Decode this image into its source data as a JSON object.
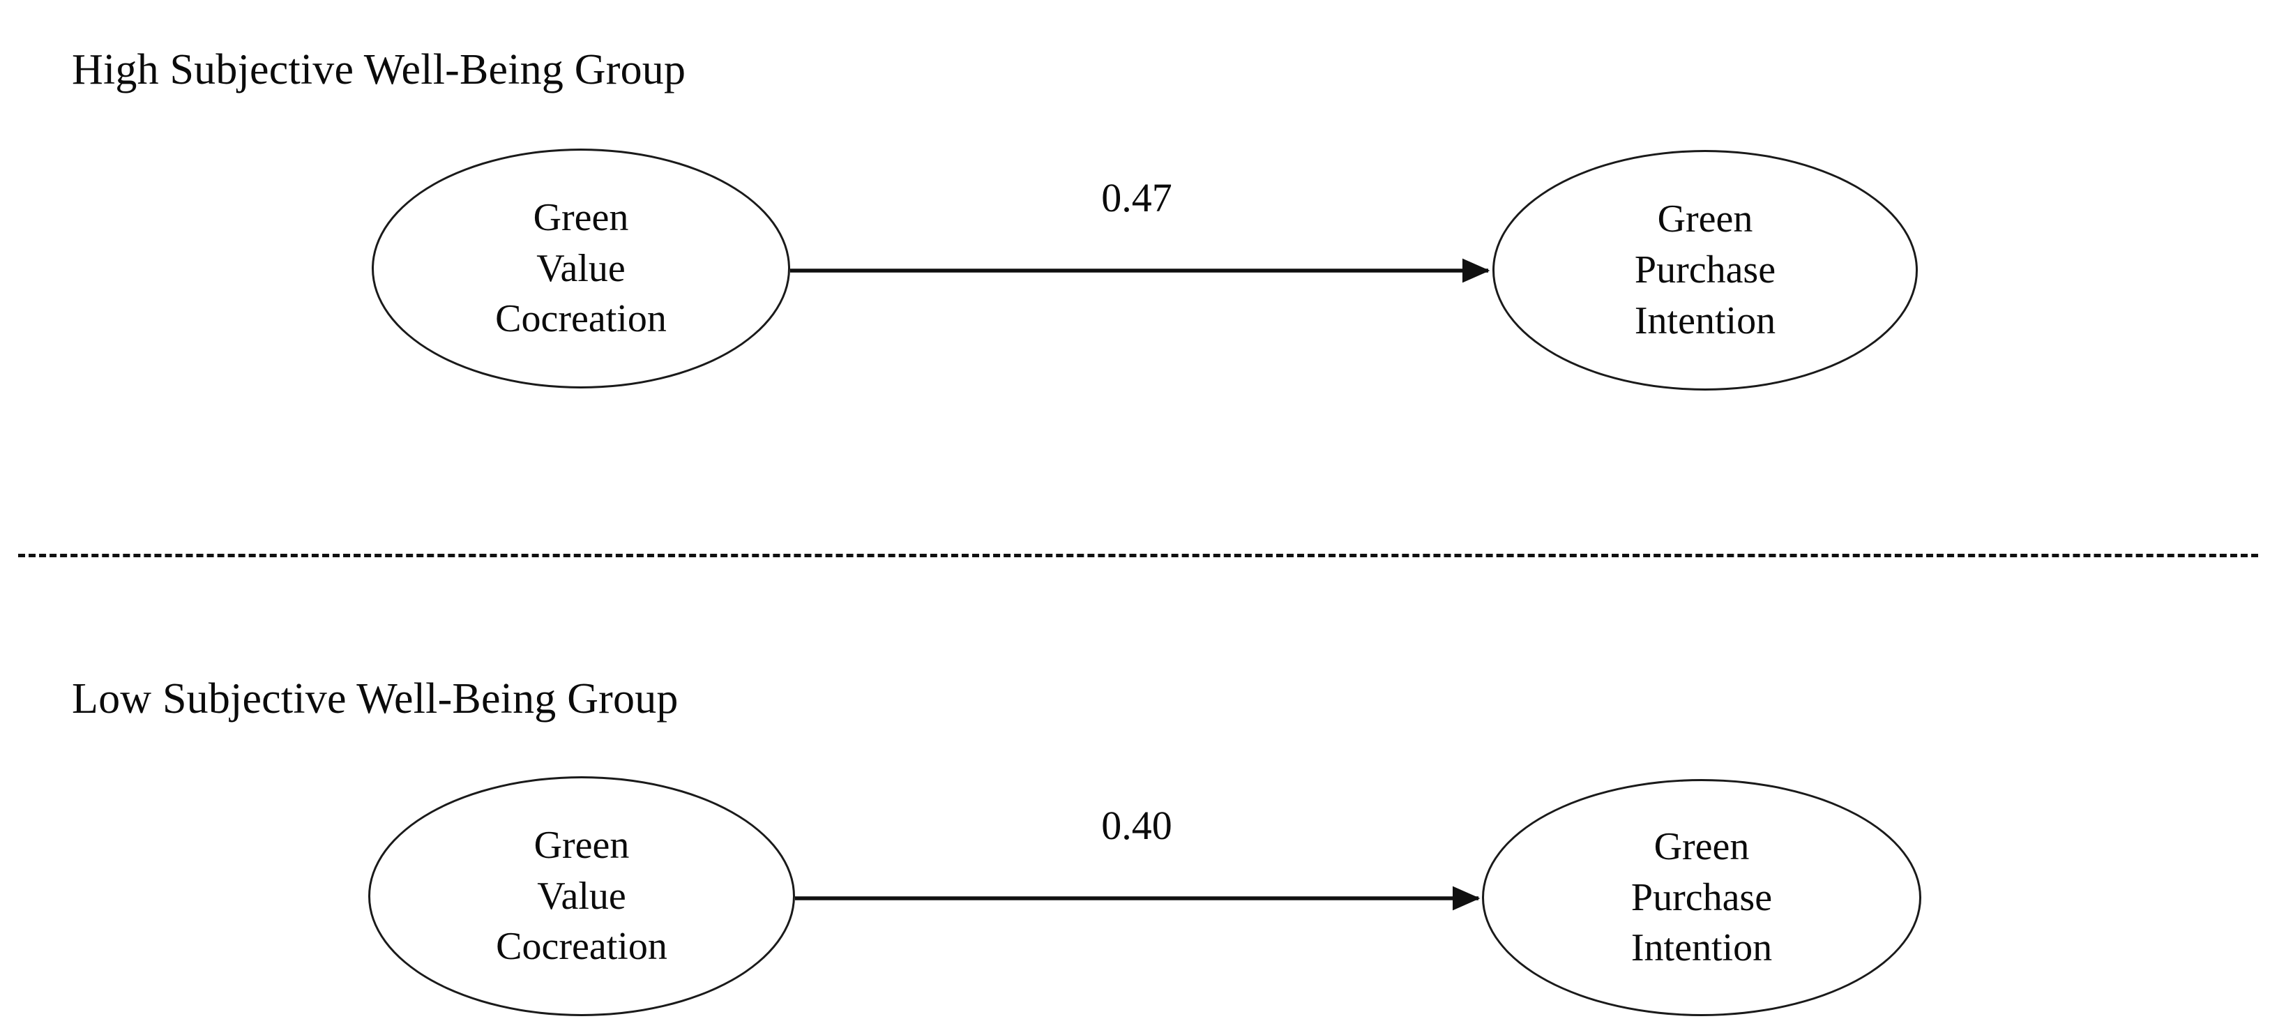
{
  "figure": {
    "type": "path-diagram",
    "background_color": "#ffffff",
    "line_color": "#1a1a1a",
    "text_color": "#0b0b0b"
  },
  "divider": {
    "style": "dashed",
    "color": "#111111"
  },
  "groups": [
    {
      "id": "high",
      "title": "High Subjective Well-Being Group",
      "source_node": {
        "id": "green-value-cocreation",
        "shape": "ellipse",
        "lines": [
          "Green",
          "Value",
          "Cocreation"
        ]
      },
      "target_node": {
        "id": "green-purchase-intention",
        "shape": "ellipse",
        "lines": [
          "Green",
          "Purchase",
          "Intention"
        ]
      },
      "edge": {
        "from": "green-value-cocreation",
        "to": "green-purchase-intention",
        "label": "0.47",
        "arrowhead": "solid-triangle",
        "direction": "left-to-right"
      }
    },
    {
      "id": "low",
      "title": "Low Subjective Well-Being Group",
      "source_node": {
        "id": "green-value-cocreation",
        "shape": "ellipse",
        "lines": [
          "Green",
          "Value",
          "Cocreation"
        ]
      },
      "target_node": {
        "id": "green-purchase-intention",
        "shape": "ellipse",
        "lines": [
          "Green",
          "Purchase",
          "Intention"
        ]
      },
      "edge": {
        "from": "green-value-cocreation",
        "to": "green-purchase-intention",
        "label": "0.40",
        "arrowhead": "solid-triangle",
        "direction": "left-to-right"
      }
    }
  ]
}
